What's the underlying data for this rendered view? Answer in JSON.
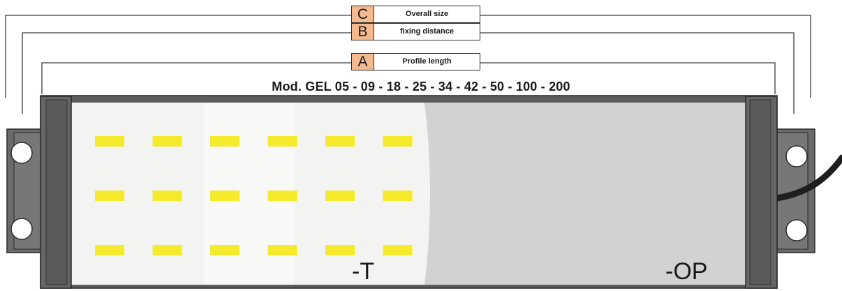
{
  "legend": [
    {
      "letter": "C",
      "label": "Overall size"
    },
    {
      "letter": "B",
      "label": "fixing distance"
    },
    {
      "letter": "A",
      "label": "Profile length"
    }
  ],
  "model_title": "Mod.  GEL  05 - 09 - 18 - 25 - 34 - 42 - 50 - 100 - 200",
  "variants": {
    "left": "-T",
    "right": "-OP"
  },
  "colors": {
    "legend_letter_bg": "#f5b98f",
    "led": "#f5ea2b",
    "lit_panel": "#f3f3f1",
    "opal_panel": "#d2d2d0",
    "end_cap": "#666666"
  },
  "led_grid": {
    "rows": 3,
    "columns": 6
  }
}
